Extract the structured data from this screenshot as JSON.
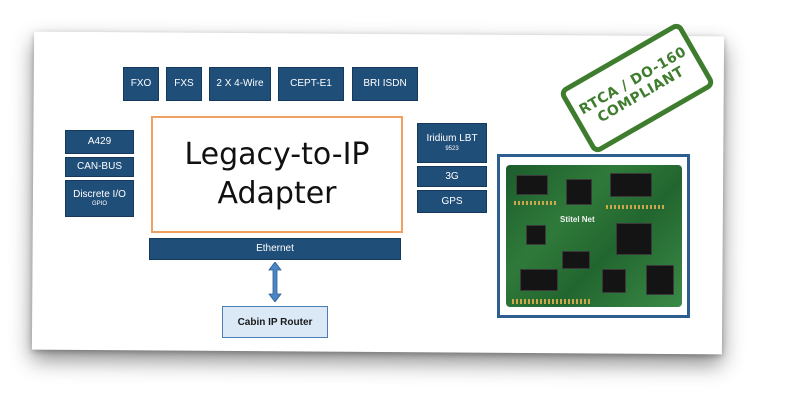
{
  "diagram": {
    "top_row": [
      "FXO",
      "FXS",
      "2 X 4-Wire",
      "CEPT-E1",
      "BRI ISDN"
    ],
    "left_column": [
      {
        "label": "A429",
        "sub": ""
      },
      {
        "label": "CAN-BUS",
        "sub": ""
      },
      {
        "label": "Discrete I/O",
        "sub": "GPIO"
      }
    ],
    "right_column": [
      {
        "label": "Iridium LBT",
        "sub": "9523"
      },
      {
        "label": "3G",
        "sub": ""
      },
      {
        "label": "GPS",
        "sub": ""
      }
    ],
    "main_block": "Legacy-to-IP\nAdapter",
    "ethernet_bar": "Ethernet",
    "router": "Cabin IP Router"
  },
  "badge": {
    "line1": "RTCA / DO-160",
    "line2": "COMPLIANT"
  },
  "photo": {
    "board_label": "Stitel Net"
  },
  "colors": {
    "box_fill": "#1f4e79",
    "main_border": "#f0a060",
    "badge_green": "#3f7d2e",
    "router_fill": "#dbe9f7"
  }
}
